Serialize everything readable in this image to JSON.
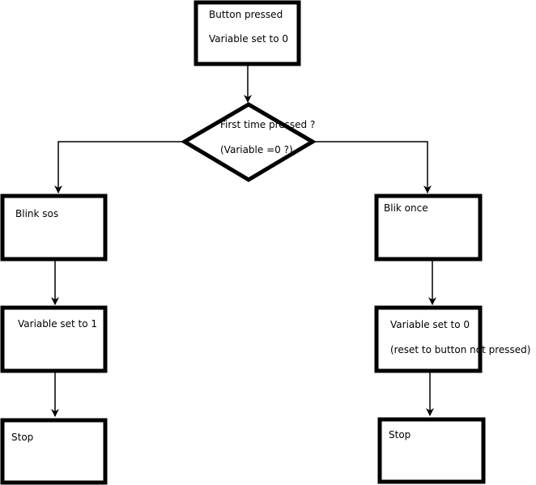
{
  "nodes": {
    "start": {
      "line1": "Button pressed",
      "line2": "Variable set to 0"
    },
    "decision": {
      "line1": "First time pressed ?",
      "line2": "(Variable =0 ?)"
    },
    "blink_sos": {
      "label": "Blink sos"
    },
    "blink_once": {
      "label": "Blik once"
    },
    "set_one": {
      "label": "Variable set to 1"
    },
    "set_zero": {
      "line1": "Variable set to 0",
      "line2": "(reset to button not pressed)"
    },
    "stop_left": {
      "label": "Stop"
    },
    "stop_right": {
      "label": "Stop"
    }
  },
  "colors": {
    "stroke": "#000000",
    "background": "#ffffff"
  }
}
